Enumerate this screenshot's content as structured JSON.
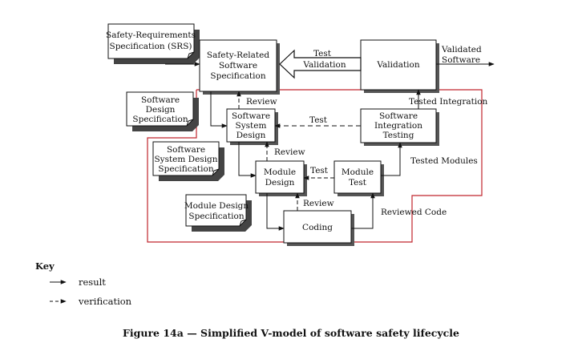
{
  "diagram": {
    "boxes": {
      "srs": [
        "Safety-Requirements",
        "Specification (SRS)"
      ],
      "srss": [
        "Safety-Related",
        "Software",
        "Specification"
      ],
      "validation": [
        "Validation"
      ],
      "sw_design_spec": [
        "Software",
        "Design",
        "Specification"
      ],
      "sw_system_design": [
        "Software",
        "System",
        "Design"
      ],
      "sw_integration_testing": [
        "Software",
        "Integration",
        "Testing"
      ],
      "sw_system_design_spec": [
        "Software",
        "System Design",
        "Specification"
      ],
      "module_design": [
        "Module",
        "Design"
      ],
      "module_test": [
        "Module",
        "Test"
      ],
      "module_design_spec": [
        "Module Design",
        "Specification"
      ],
      "coding": [
        "Coding"
      ]
    },
    "labels": {
      "test_validation": [
        "Test",
        "Validation"
      ],
      "validated_software": [
        "Validated",
        "Software"
      ],
      "review_1": "Review",
      "tested_integration": "Tested Integration",
      "test_1": "Test",
      "review_2": "Review",
      "test_2": "Test",
      "tested_modules": "Tested Modules",
      "review_3": "Review",
      "reviewed_code": "Reviewed Code"
    },
    "colors": {
      "line": "#111111",
      "region": "#c0262d"
    }
  },
  "key": {
    "title": "Key",
    "items": [
      {
        "style": "solid",
        "label": "result"
      },
      {
        "style": "dashed",
        "label": "verification"
      }
    ]
  },
  "caption": "Figure 14a — Simplified V-model of software safety lifecycle"
}
